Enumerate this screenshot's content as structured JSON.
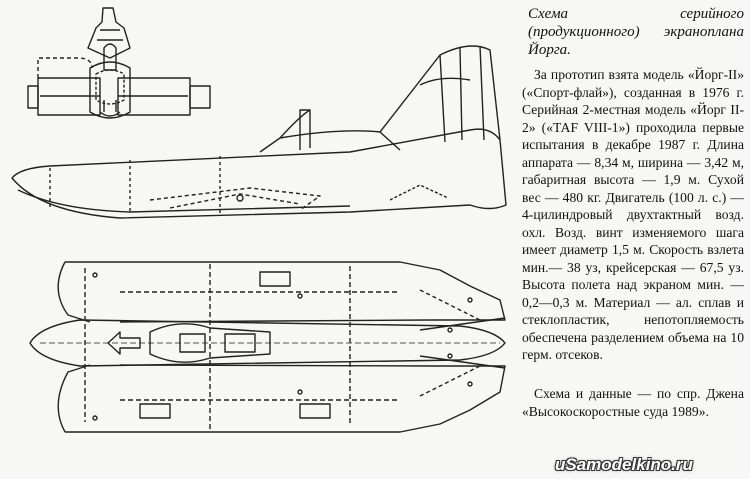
{
  "caption": {
    "title": "Схема серийного (продукционного) экраноплана Йорга.",
    "description": "За прототип взята модель «Йорг-II» («Спорт-флай»), созданная в 1976 г. Серийная 2-местная модель «Йорг II-2» («ТАF VIII-1») проходила первые испытания в декабре 1987 г. Длина аппарата — 8,34 м, ширина — 3,42 м, габаритная высота — 1,9 м. Сухой вес — 480 кг. Двигатель (100 л. с.) — 4-цилиндровый двухтактный возд. охл. Возд. винт изменяемого шага имеет диаметр 1,5 м. Скорость взлета мин.— 38 уз, крейсерская — 67,5 уз. Высота полета над экраном мин. — 0,2—0,3 м. Материал — ал. сплав и стеклопластик, непотопляемость обеспечена разделением объема на 10 герм. отсеков.",
    "source": "Схема и данные — по спр. Джена «Высокоскоростные суда 1989»."
  },
  "watermark": "uSamodelkino.ru"
}
